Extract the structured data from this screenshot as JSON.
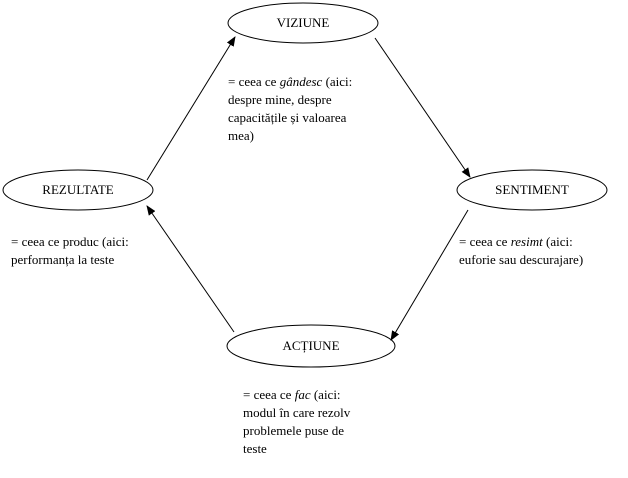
{
  "nodes": {
    "viziune": "VIZIUNE",
    "sentiment": "SENTIMENT",
    "actiune": "ACȚIUNE",
    "rezultate": "REZULTATE"
  },
  "descriptions": {
    "viziune": {
      "prefix": "= ceea ce ",
      "italic": "gândesc",
      "suffix": " (aici:",
      "lines": [
        "despre mine, despre",
        "capacitățile și valoarea",
        "mea)"
      ]
    },
    "sentiment": {
      "prefix": "= ceea ce ",
      "italic": "resimt",
      "suffix": " (aici:",
      "lines": [
        "euforie sau descurajare)"
      ]
    },
    "actiune": {
      "prefix": "= ceea ce ",
      "italic": "fac",
      "suffix": " (aici:",
      "lines": [
        "modul în care rezolv",
        "problemele puse de",
        "teste"
      ]
    },
    "rezultate": {
      "prefix": "= ceea ce produc (aici:",
      "italic": "",
      "suffix": "",
      "lines": [
        "performanța la teste"
      ]
    }
  }
}
